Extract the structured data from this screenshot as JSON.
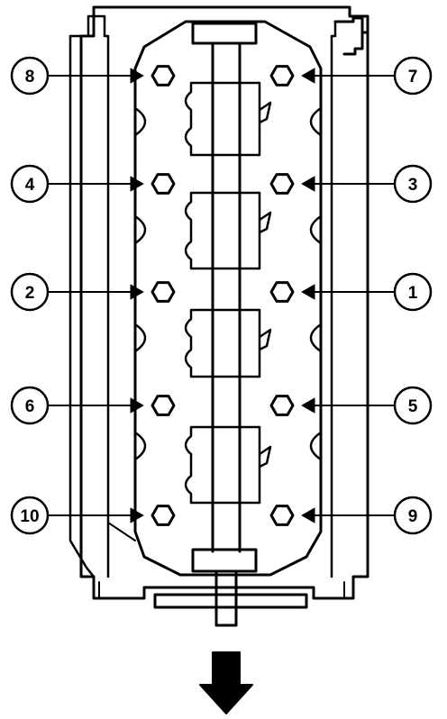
{
  "diagram": {
    "callouts": [
      {
        "label": "8",
        "side": "left",
        "row": 0
      },
      {
        "label": "7",
        "side": "right",
        "row": 0
      },
      {
        "label": "4",
        "side": "left",
        "row": 1
      },
      {
        "label": "3",
        "side": "right",
        "row": 1
      },
      {
        "label": "2",
        "side": "left",
        "row": 2
      },
      {
        "label": "1",
        "side": "right",
        "row": 2
      },
      {
        "label": "6",
        "side": "left",
        "row": 3
      },
      {
        "label": "5",
        "side": "right",
        "row": 3
      },
      {
        "label": "10",
        "side": "left",
        "row": 4
      },
      {
        "label": "9",
        "side": "right",
        "row": 4
      }
    ],
    "colors": {
      "ink": "#000000",
      "paper": "#ffffff"
    },
    "icons": {
      "bolt": "hex-bolt-icon",
      "pointer": "arrow-head-icon",
      "direction": "down-arrow-icon"
    }
  }
}
